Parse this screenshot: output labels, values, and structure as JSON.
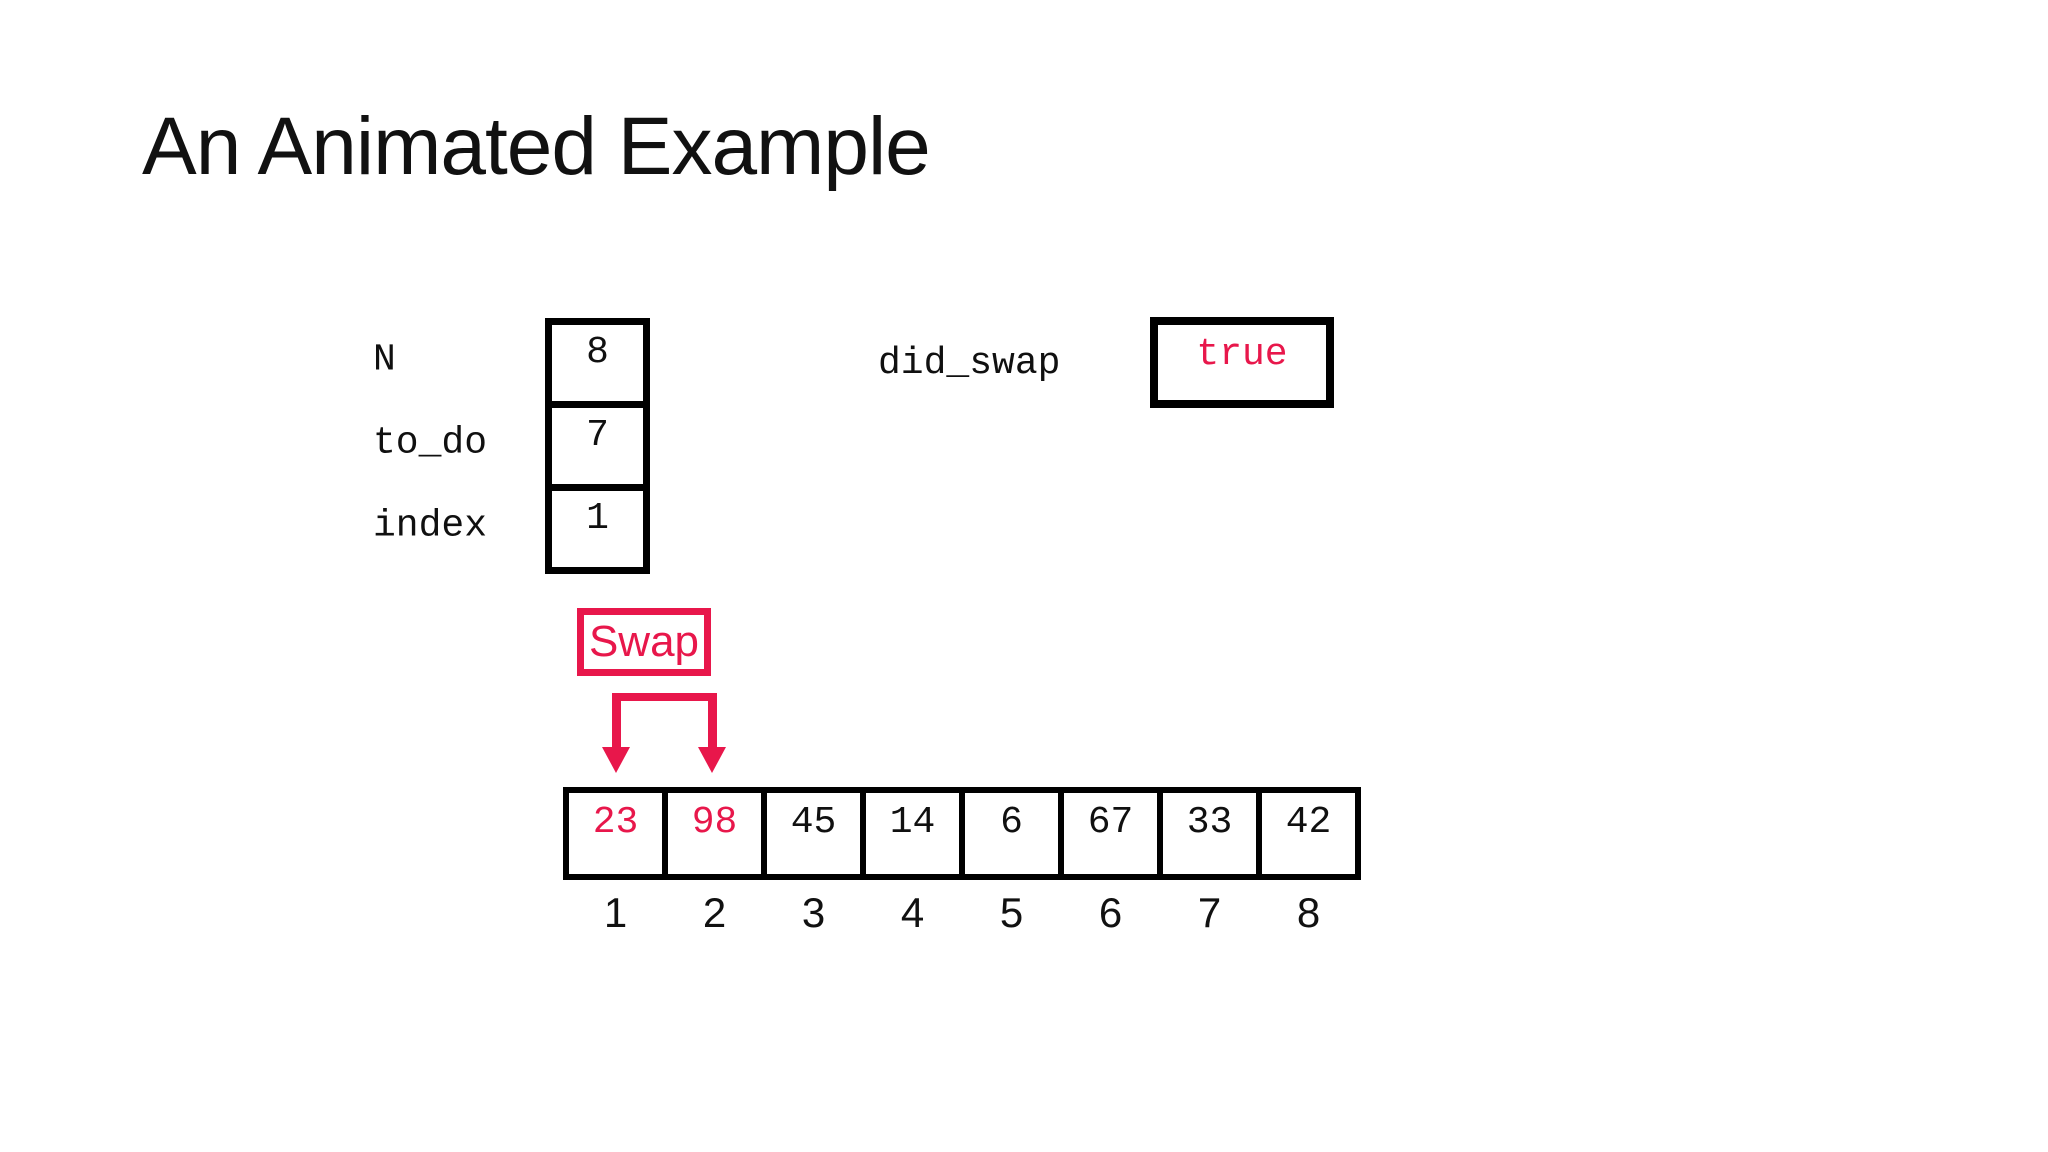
{
  "slide": {
    "title": "An Animated Example"
  },
  "colors": {
    "accent_red": "#e8174b",
    "ink": "#000000",
    "background": "#ffffff"
  },
  "variables": {
    "rows": [
      {
        "label": "N",
        "value": "8"
      },
      {
        "label": "to_do",
        "value": "7"
      },
      {
        "label": "index",
        "value": "1"
      }
    ]
  },
  "did_swap": {
    "label": "did_swap",
    "value": "true"
  },
  "swap": {
    "label": "Swap"
  },
  "array": {
    "cells": [
      {
        "value": "23",
        "index": "1",
        "highlight": true
      },
      {
        "value": "98",
        "index": "2",
        "highlight": true
      },
      {
        "value": "45",
        "index": "3",
        "highlight": false
      },
      {
        "value": "14",
        "index": "4",
        "highlight": false
      },
      {
        "value": "6",
        "index": "5",
        "highlight": false
      },
      {
        "value": "67",
        "index": "6",
        "highlight": false
      },
      {
        "value": "33",
        "index": "7",
        "highlight": false
      },
      {
        "value": "42",
        "index": "8",
        "highlight": false
      }
    ]
  }
}
